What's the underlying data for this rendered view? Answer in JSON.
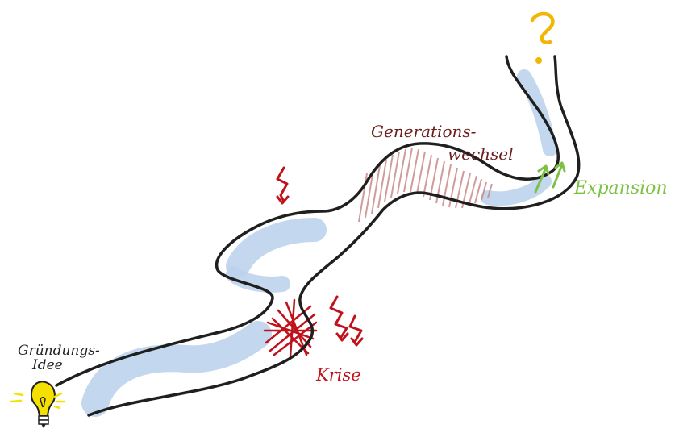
{
  "labels": {
    "start": "Gründungs-\nIdee",
    "generation": "Generations-\nwechsel",
    "crisis": "Krise",
    "expansion": "Expansion",
    "question": "?"
  },
  "colors": {
    "river_outline": "#1f1f1f",
    "river_fill": "#bcd3ec",
    "generation": "#c98a8a",
    "generation_text": "#6b1d1d",
    "crisis": "#c0121b",
    "expansion": "#7dc142",
    "question": "#f2b705",
    "bulb": "#f5e100",
    "bulb_outline": "#222222"
  },
  "icons": {
    "start": "lightbulb-icon",
    "crisis": "lightning-icon",
    "expansion": "up-arrows-icon",
    "end": "question-mark-icon"
  }
}
